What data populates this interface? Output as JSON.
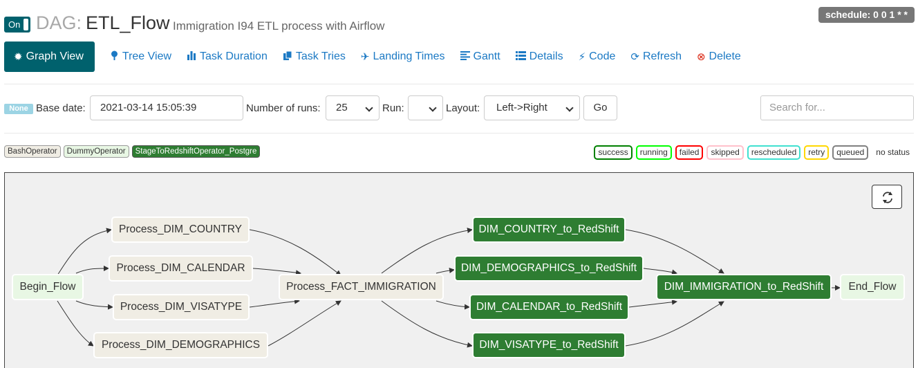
{
  "header": {
    "toggle_label": "On",
    "dag_prefix": "DAG:",
    "dag_name": "ETL_Flow",
    "description": "Immigration I94 ETL process with Airflow",
    "schedule": "schedule: 0 0 1 * *"
  },
  "nav": [
    {
      "label": "Graph View",
      "icon": "sun-icon",
      "active": true
    },
    {
      "label": "Tree View",
      "icon": "tree-icon"
    },
    {
      "label": "Task Duration",
      "icon": "bar-chart-icon"
    },
    {
      "label": "Task Tries",
      "icon": "duplicate-icon"
    },
    {
      "label": "Landing Times",
      "icon": "plane-icon"
    },
    {
      "label": "Gantt",
      "icon": "align-left-icon"
    },
    {
      "label": "Details",
      "icon": "list-icon"
    },
    {
      "label": "Code",
      "icon": "flash-icon"
    },
    {
      "label": "Refresh",
      "icon": "refresh-icon"
    },
    {
      "label": "Delete",
      "icon": "remove-circle-icon"
    }
  ],
  "toolbar": {
    "state_badge": "None",
    "base_date_label": "Base date:",
    "base_date_value": "2021-03-14 15:05:39",
    "num_runs_label": "Number of runs:",
    "num_runs_value": "25",
    "run_label": "Run:",
    "run_value": "",
    "layout_label": "Layout:",
    "layout_value": "Left->Right",
    "go_label": "Go",
    "search_placeholder": "Search for..."
  },
  "operators": [
    {
      "label": "BashOperator",
      "color": "#f0ede4"
    },
    {
      "label": "DummyOperator",
      "color": "#e8f7e4"
    },
    {
      "label": "StageToRedshiftOperator_Postgre",
      "color": "#2e7d32"
    }
  ],
  "statuses": [
    {
      "label": "success",
      "color": "#008000"
    },
    {
      "label": "running",
      "color": "#00ff00"
    },
    {
      "label": "failed",
      "color": "#ff0000"
    },
    {
      "label": "skipped",
      "color": "#ffc0cb"
    },
    {
      "label": "rescheduled",
      "color": "#40e0d0"
    },
    {
      "label": "retry",
      "color": "#ffd700"
    },
    {
      "label": "queued",
      "color": "#808080"
    },
    {
      "label": "no status",
      "color": "#ffffff"
    }
  ],
  "graph": {
    "nodes": {
      "begin": "Begin_Flow",
      "p_country": "Process_DIM_COUNTRY",
      "p_calendar": "Process_DIM_CALENDAR",
      "p_visatype": "Process_DIM_VISATYPE",
      "p_demographics": "Process_DIM_DEMOGRAPHICS",
      "p_fact": "Process_FACT_IMMIGRATION",
      "r_country": "DIM_COUNTRY_to_RedShift",
      "r_demographics": "DIM_DEMOGRAPHICS_to_RedShift",
      "r_calendar": "DIM_CALENDAR_to_RedShift",
      "r_visatype": "DIM_VISATYPE_to_RedShift",
      "r_immigration": "DIM_IMMIGRATION_to_RedShift",
      "end": "End_Flow"
    }
  }
}
